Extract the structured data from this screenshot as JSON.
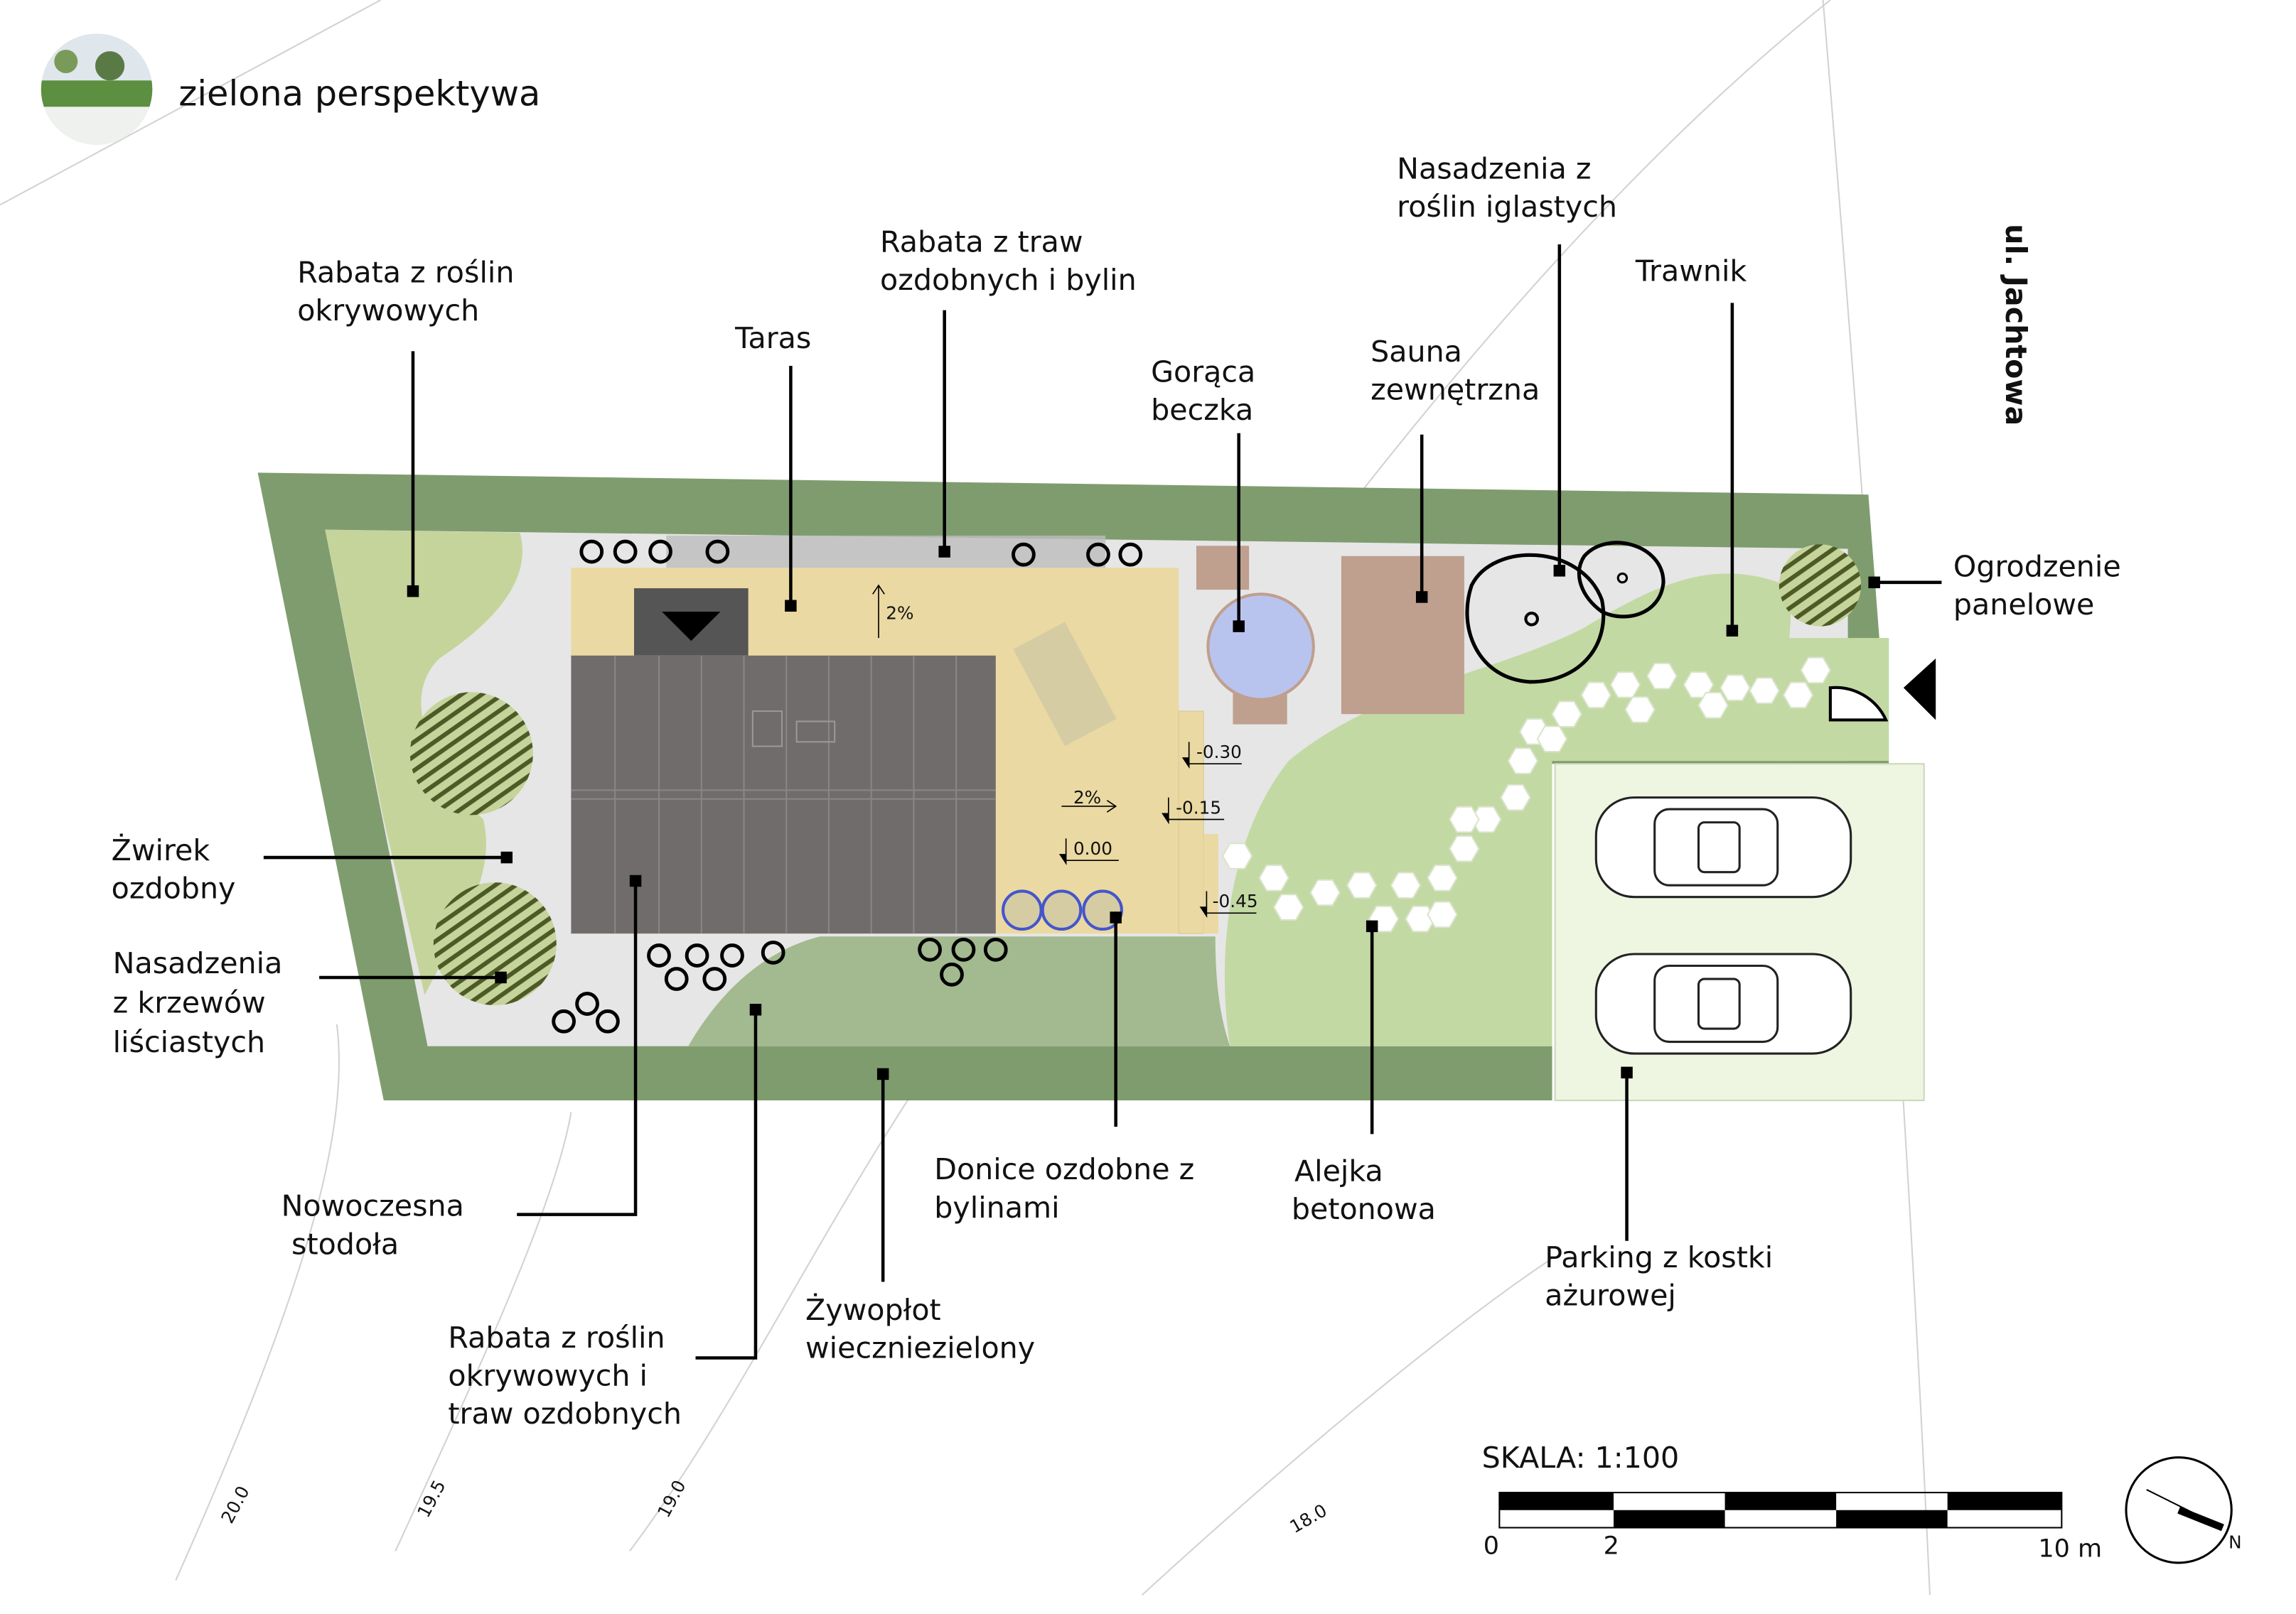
{
  "brand": {
    "name": "zielona perspektywa"
  },
  "street": "ul. Jachtowa",
  "labels": {
    "rabata_okrywowych": [
      "Rabata z roślin",
      "okrywowych"
    ],
    "taras": [
      "Taras"
    ],
    "rabata_traw": [
      "Rabata z traw",
      "ozdobnych i bylin"
    ],
    "goraca_beczka": [
      "Gorąca",
      "beczka"
    ],
    "sauna": [
      "Sauna",
      "zewnętrzna"
    ],
    "iglaste": [
      "Nasadzenia z",
      "roślin iglastych"
    ],
    "trawnik": [
      "Trawnik"
    ],
    "ogrodzenie": [
      "Ogrodzenie",
      "panelowe"
    ],
    "zwirek": [
      "Żwirek",
      "ozdobny"
    ],
    "krzewy": [
      "Nasadzenia",
      "z krzewów",
      "liściastych"
    ],
    "stodola": [
      "Nowoczesna",
      "stodoła"
    ],
    "rabata_okrywowych_traw": [
      "Rabata z roślin",
      "okrywowych i",
      "traw ozdobnych"
    ],
    "zywoplot": [
      "Żywopłot",
      "wiecznie­zielony"
    ],
    "donice": [
      "Donice ozdobne z",
      "bylinami"
    ],
    "alejka": [
      "Alejka",
      "betonowa"
    ],
    "parking": [
      "Parking z kostki",
      "ażurowej"
    ]
  },
  "levels": {
    "slope_top": "2%",
    "slope_mid": "2%",
    "l000": "0.00",
    "l015": "-0.15",
    "l030": "-0.30",
    "l045": "-0.45"
  },
  "contours": [
    "20.0",
    "19.5",
    "19.0",
    "18.0"
  ],
  "scale": {
    "title": "SKALA: 1:100",
    "t0": "0",
    "t2": "2",
    "t10": "10 m"
  },
  "north": "N",
  "colors": {
    "hedge": "#7f9c6e",
    "gravel": "#e6e6e6",
    "lawn": "#c3d9a3",
    "terrace": "#ead9a2",
    "roof": "#6f6b6b",
    "tub": "#b9c4ee",
    "sauna": "#bf9f8e"
  }
}
